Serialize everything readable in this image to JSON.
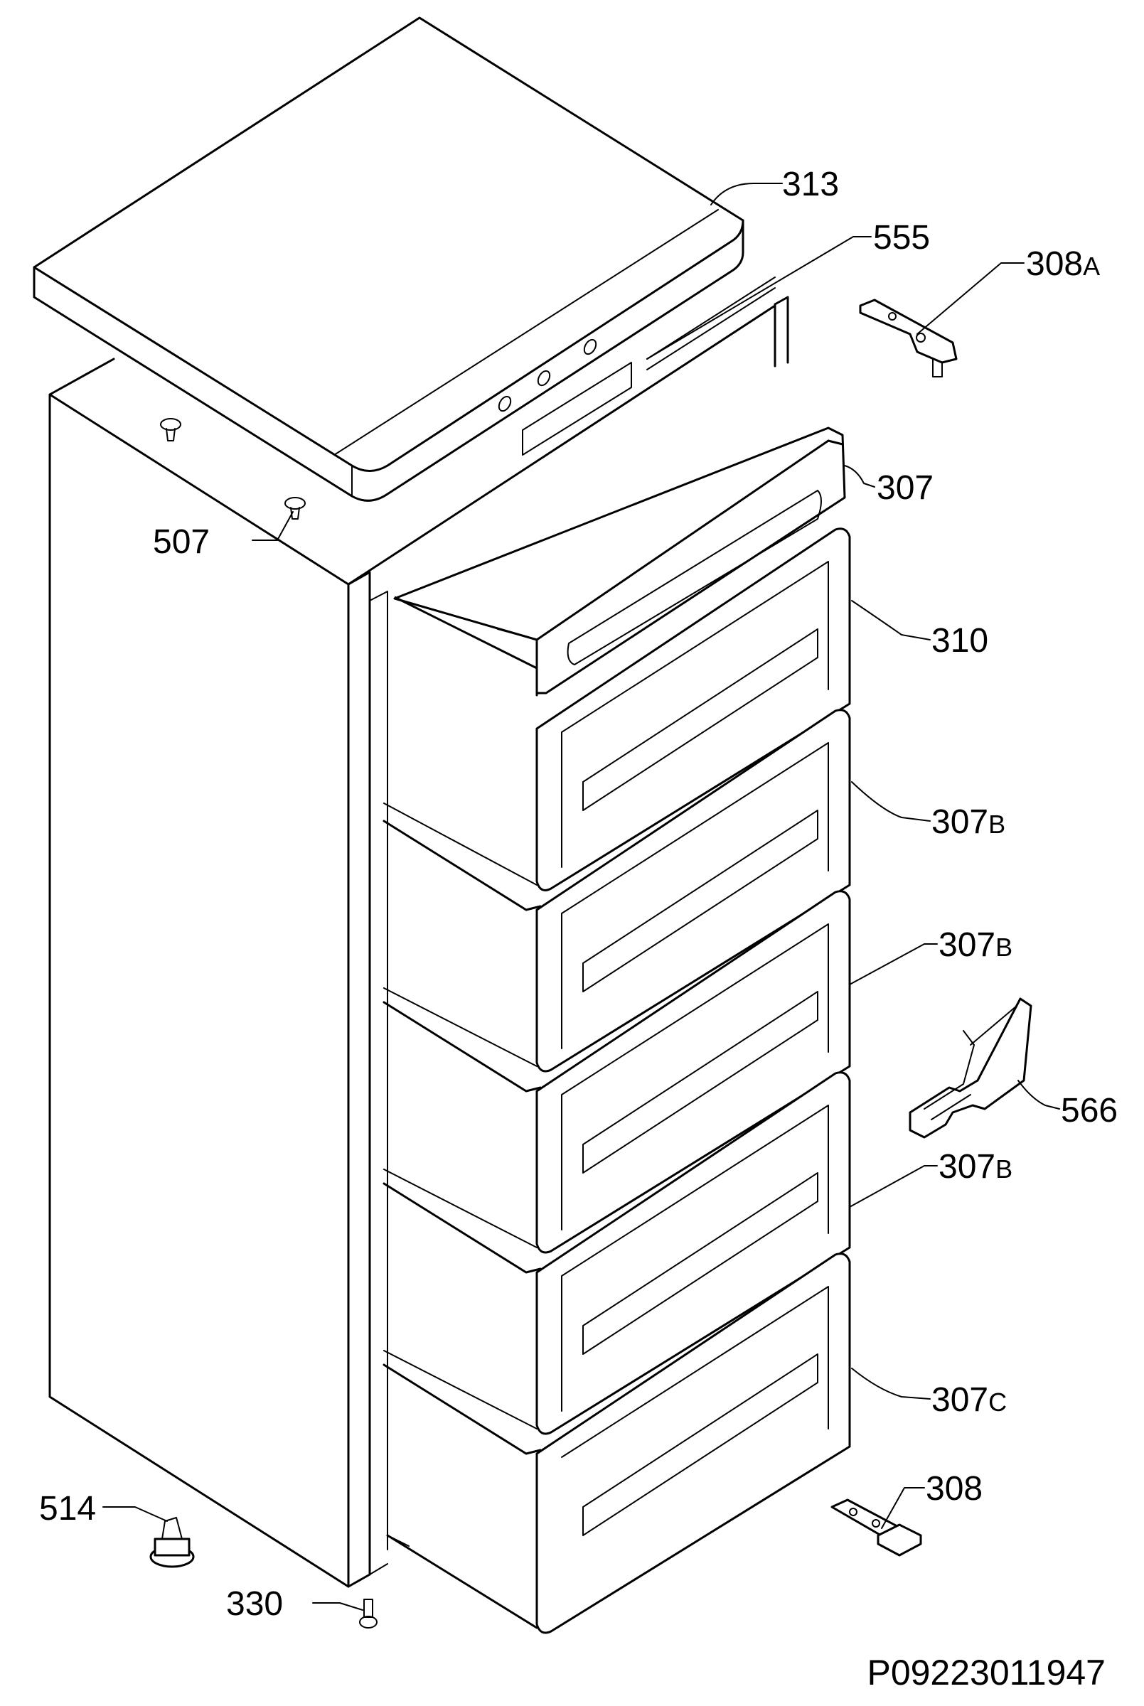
{
  "labels": {
    "p313": "313",
    "p555": "555",
    "p308a_num": "308",
    "p308a_suf": "A",
    "p307": "307",
    "p507": "507",
    "p310": "310",
    "p307b1_num": "307",
    "p307b1_suf": "B",
    "p307b2_num": "307",
    "p307b2_suf": "B",
    "p566": "566",
    "p307b3_num": "307",
    "p307b3_suf": "B",
    "p307c_num": "307",
    "p307c_suf": "C",
    "p308": "308",
    "p514": "514",
    "p330": "330"
  },
  "drawing_code": "P09223011947"
}
